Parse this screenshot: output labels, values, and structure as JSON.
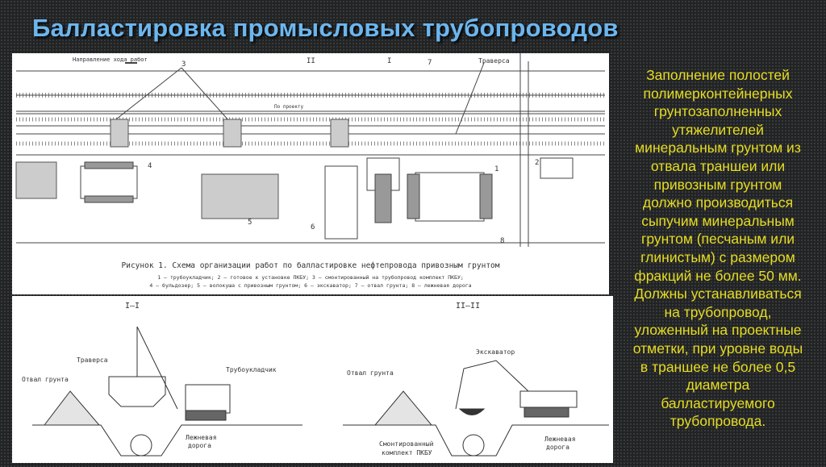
{
  "title": "Балластировка промысловых трубопроводов",
  "plan": {
    "direction_label": "Направление хода работ",
    "section_marks": [
      "II",
      "I"
    ],
    "numbers": [
      "1",
      "2",
      "3",
      "4",
      "5",
      "6",
      "7",
      "8"
    ],
    "traverse_label": "Траверса",
    "design_label": "По проекту",
    "caption": "Рисунок 1. Схема организации работ по балластировке нефтепровода привозным грунтом",
    "legend": [
      "1 – трубоукладчик; 2 – готовое к установке ПКБУ; 3 – смонтированный на трубопровод комплект ПКБУ;",
      "4 – бульдозер; 5 – волокуша с привозным грунтом; 6 – экскаватор; 7 – отвал грунта; 8 – лежневая дорога"
    ]
  },
  "section1": {
    "title": "I–I",
    "traverse": "Траверса",
    "spoil": "Отвал грунта",
    "pipelayer": "Трубоукладчик",
    "road": [
      "Лежневая",
      "дорога"
    ]
  },
  "section2": {
    "title": "II–II",
    "excavator": "Экскаватор",
    "spoil": "Отвал грунта",
    "kit": [
      "Смонтированный",
      "комплект ПКБУ"
    ],
    "road": [
      "Лежневая",
      "дорога"
    ]
  },
  "description_lines": [
    "Заполнение полостей",
    "полимерконтейнерных",
    "грунтозаполненных",
    "утяжелителей",
    "минеральным грунтом из",
    "отвала траншеи или",
    "привозным грунтом",
    "должно производиться",
    "сыпучим минеральным",
    "грунтом (песчаным или",
    "глинистым) с размером",
    "фракций не более 50 мм.",
    "Должны устанавливаться",
    "на трубопровод,",
    "уложенный на проектные",
    "отметки, при уровне воды",
    "в траншее не более 0,5",
    "диаметра",
    "балластируемого",
    "трубопровода."
  ],
  "colors": {
    "title": "#6cb6ee",
    "description": "#e6dd22",
    "background": "#222324"
  }
}
